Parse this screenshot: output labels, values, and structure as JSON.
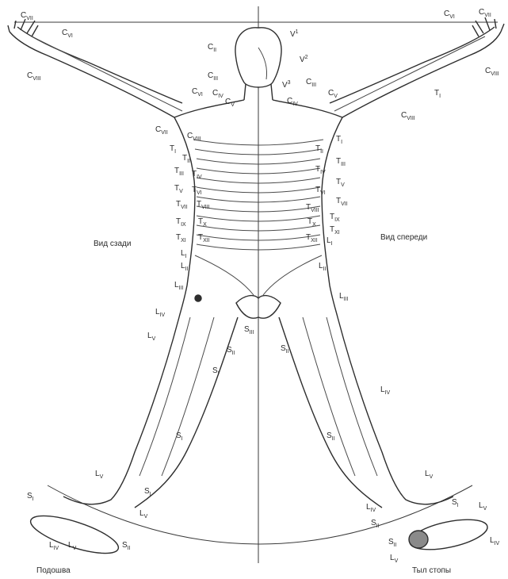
{
  "captions": {
    "back_view": "Вид сзади",
    "front_view": "Вид спереди",
    "sole": "Подошва",
    "dorsum_of_foot": "Тыл стопы"
  },
  "labels": [
    {
      "id": "cvii-l",
      "main": "C",
      "sub": "VII"
    },
    {
      "id": "cvi-l",
      "main": "C",
      "sub": "VI"
    },
    {
      "id": "cviii-l",
      "main": "C",
      "sub": "VIII"
    },
    {
      "id": "cii",
      "main": "C",
      "sub": "II"
    },
    {
      "id": "ciii-back",
      "main": "C",
      "sub": "III"
    },
    {
      "id": "civ-back",
      "main": "C",
      "sub": "IV"
    },
    {
      "id": "cv-back",
      "main": "C",
      "sub": "V"
    },
    {
      "id": "cvi-back",
      "main": "C",
      "sub": "VI"
    },
    {
      "id": "cvii-back",
      "main": "C",
      "sub": "VII"
    },
    {
      "id": "cviii-back",
      "main": "C",
      "sub": "VIII"
    },
    {
      "id": "v1",
      "main": "V",
      "sub": "1"
    },
    {
      "id": "v2",
      "main": "V",
      "sub": "2"
    },
    {
      "id": "v3",
      "main": "V",
      "sub": "3"
    },
    {
      "id": "ciii-front",
      "main": "C",
      "sub": "III"
    },
    {
      "id": "civ-front",
      "main": "C",
      "sub": "IV"
    },
    {
      "id": "cv-front",
      "main": "C",
      "sub": "V"
    },
    {
      "id": "cvi-r",
      "main": "C",
      "sub": "VI"
    },
    {
      "id": "cvii-r",
      "main": "C",
      "sub": "VII"
    },
    {
      "id": "cviii-r",
      "main": "C",
      "sub": "VIII"
    },
    {
      "id": "ti-arm",
      "main": "T",
      "sub": "I"
    },
    {
      "id": "cviii-front",
      "main": "C",
      "sub": "VIII"
    },
    {
      "id": "ti-back",
      "main": "T",
      "sub": "I"
    },
    {
      "id": "tii-back",
      "main": "T",
      "sub": "II"
    },
    {
      "id": "tiii-back",
      "main": "T",
      "sub": "III"
    },
    {
      "id": "tiv-back",
      "main": "T",
      "sub": "IV"
    },
    {
      "id": "tv-back",
      "main": "T",
      "sub": "V"
    },
    {
      "id": "tvi-back",
      "main": "T",
      "sub": "VI"
    },
    {
      "id": "tvii-back",
      "main": "T",
      "sub": "VII"
    },
    {
      "id": "tviii-back",
      "main": "T",
      "sub": "VIII"
    },
    {
      "id": "tix-back",
      "main": "T",
      "sub": "IX"
    },
    {
      "id": "tx-back",
      "main": "T",
      "sub": "X"
    },
    {
      "id": "txi-back",
      "main": "T",
      "sub": "XI"
    },
    {
      "id": "txii-back",
      "main": "T",
      "sub": "XII"
    },
    {
      "id": "li-back",
      "main": "L",
      "sub": "I"
    },
    {
      "id": "lii-back",
      "main": "L",
      "sub": "II"
    },
    {
      "id": "liii-back",
      "main": "L",
      "sub": "III"
    },
    {
      "id": "liv-back",
      "main": "L",
      "sub": "IV"
    },
    {
      "id": "lv-back",
      "main": "L",
      "sub": "V"
    },
    {
      "id": "siii",
      "main": "S",
      "sub": "III"
    },
    {
      "id": "sii-back",
      "main": "S",
      "sub": "II"
    },
    {
      "id": "si-back-thigh",
      "main": "S",
      "sub": "I"
    },
    {
      "id": "si-back-leg",
      "main": "S",
      "sub": "I"
    },
    {
      "id": "lv-back-foot",
      "main": "L",
      "sub": "V"
    },
    {
      "id": "si-back-ankle",
      "main": "S",
      "sub": "I"
    },
    {
      "id": "lv-back-ankle",
      "main": "L",
      "sub": "V"
    },
    {
      "id": "si-sole",
      "main": "S",
      "sub": "I"
    },
    {
      "id": "liv-sole",
      "main": "L",
      "sub": "IV"
    },
    {
      "id": "lv-sole",
      "main": "L",
      "sub": "V"
    },
    {
      "id": "sii-sole",
      "main": "S",
      "sub": "II"
    },
    {
      "id": "ti-front",
      "main": "T",
      "sub": "I"
    },
    {
      "id": "tii-front",
      "main": "T",
      "sub": "II"
    },
    {
      "id": "tiii-front",
      "main": "T",
      "sub": "III"
    },
    {
      "id": "tiv-front",
      "main": "T",
      "sub": "IV"
    },
    {
      "id": "tv-front",
      "main": "T",
      "sub": "V"
    },
    {
      "id": "tvi-front",
      "main": "T",
      "sub": "VI"
    },
    {
      "id": "tvii-front",
      "main": "T",
      "sub": "VII"
    },
    {
      "id": "tviii-front",
      "main": "T",
      "sub": "VIII"
    },
    {
      "id": "tix-front",
      "main": "T",
      "sub": "IX"
    },
    {
      "id": "tx-front",
      "main": "T",
      "sub": "X"
    },
    {
      "id": "txi-front",
      "main": "T",
      "sub": "XI"
    },
    {
      "id": "txii-front",
      "main": "T",
      "sub": "XII"
    },
    {
      "id": "li-front",
      "main": "L",
      "sub": "I"
    },
    {
      "id": "lii-front",
      "main": "L",
      "sub": "II"
    },
    {
      "id": "liii-front",
      "main": "L",
      "sub": "III"
    },
    {
      "id": "sii-front",
      "main": "S",
      "sub": "II"
    },
    {
      "id": "liv-front",
      "main": "L",
      "sub": "IV"
    },
    {
      "id": "sii-front-leg",
      "main": "S",
      "sub": "II"
    },
    {
      "id": "lv-front",
      "main": "L",
      "sub": "V"
    },
    {
      "id": "liv-front-foot",
      "main": "L",
      "sub": "IV"
    },
    {
      "id": "sii-front-foot",
      "main": "S",
      "sub": "II"
    },
    {
      "id": "si-front-foot",
      "main": "S",
      "sub": "I"
    },
    {
      "id": "lv-front-foot",
      "main": "L",
      "sub": "V"
    },
    {
      "id": "liv-front-toe",
      "main": "L",
      "sub": "IV"
    },
    {
      "id": "sii-dorsum",
      "main": "S",
      "sub": "II"
    },
    {
      "id": "lv-dorsum",
      "main": "L",
      "sub": "V"
    }
  ],
  "colors": {
    "ink": "#2a2a2a",
    "line": "#3a3a3a",
    "paper": "#ffffff"
  }
}
